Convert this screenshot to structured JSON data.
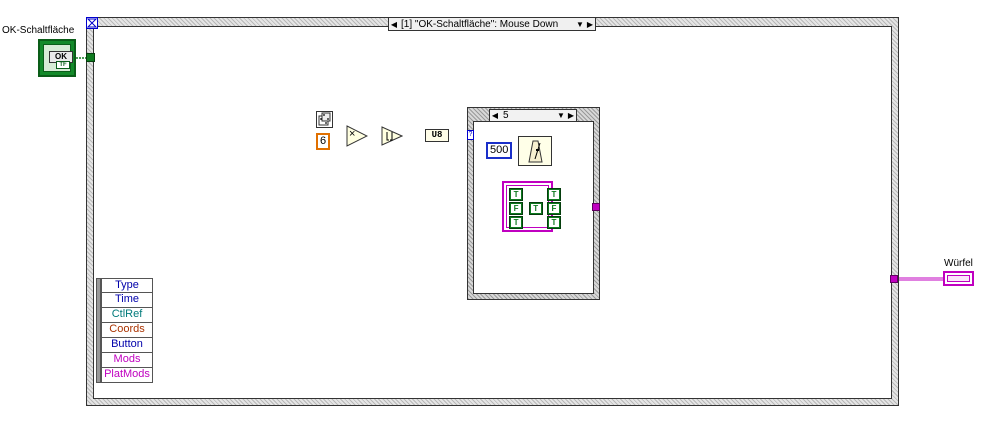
{
  "control": {
    "label": "OK-Schaltfläche",
    "button_text": "OK",
    "type_text": "TF"
  },
  "event_structure": {
    "selector_text": "[1] \"OK-Schaltfläche\": Mouse Down",
    "event_data_fields": [
      {
        "label": "Type",
        "color": "#0000aa"
      },
      {
        "label": "Time",
        "color": "#0000aa"
      },
      {
        "label": "CtlRef",
        "color": "#007a7a"
      },
      {
        "label": "Coords",
        "color": "#aa3300"
      },
      {
        "label": "Button",
        "color": "#0000aa"
      },
      {
        "label": "Mods",
        "color": "#c000c0"
      },
      {
        "label": "PlatMods",
        "color": "#c000c0"
      }
    ]
  },
  "diagram": {
    "constant_six": "6",
    "multiply_symbol": "×",
    "conversion_label": "U8",
    "case_selector_value": "5",
    "wait_constant": "500",
    "bool_array": [
      "T",
      "F",
      "T",
      "T",
      "T",
      "F",
      "T"
    ],
    "case_terminal": "?"
  },
  "indicator": {
    "label": "Würfel"
  },
  "colors": {
    "bool_wire": "#0e7a1f",
    "int_wire": "#1a2fc9",
    "dbl_wire": "#e07000",
    "array_wire": "#c000c0",
    "u8_wire": "#1a2fc9"
  }
}
